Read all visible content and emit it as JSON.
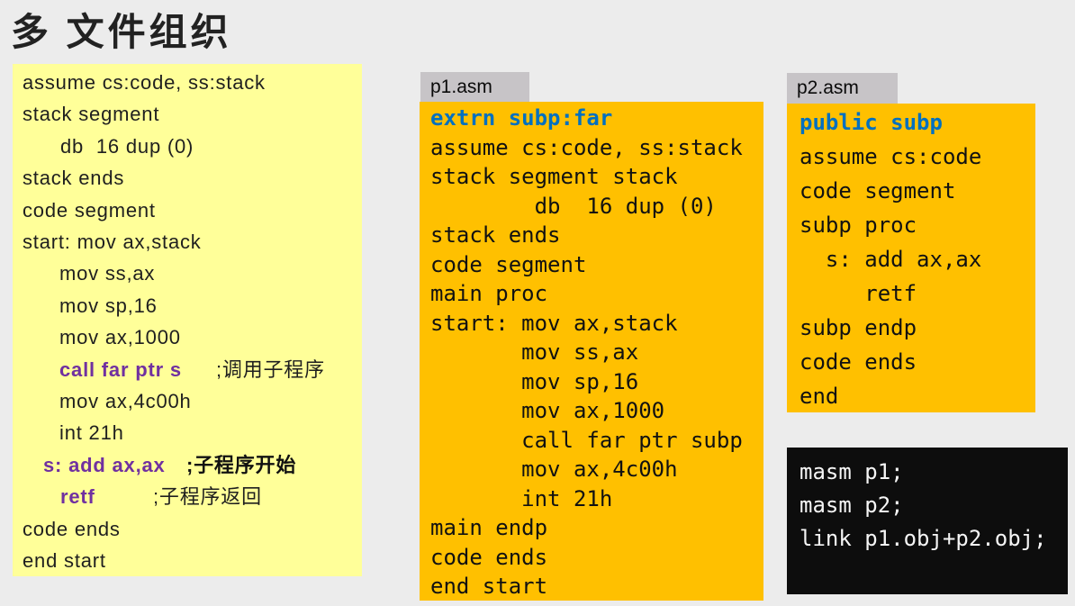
{
  "title": "多 文件组织",
  "colors": {
    "background": "#ECECEC",
    "single_file_box": "#FFFF99",
    "asm_file_box": "#FFC000",
    "filename_tab": "#C7C4C7",
    "terminal_bg": "#0D0D0D",
    "keyword_blue": "#0070C0",
    "subroutine_purple": "#7030A0"
  },
  "tabs": {
    "p1": "p1.asm",
    "p2": "p2.asm"
  },
  "code_boxes": {
    "main": {
      "lines": [
        {
          "seg": [
            {
              "t": "assume cs:code, ss:stack"
            }
          ]
        },
        {
          "seg": [
            {
              "t": "stack segment"
            }
          ]
        },
        {
          "ind": 42,
          "seg": [
            {
              "t": "db  16 dup (0)"
            }
          ]
        },
        {
          "seg": [
            {
              "t": "stack ends"
            }
          ]
        },
        {
          "seg": [
            {
              "t": "code segment"
            }
          ]
        },
        {
          "seg": [
            {
              "t": "start: mov ax,stack"
            }
          ]
        },
        {
          "ind": 41,
          "seg": [
            {
              "t": "mov ss,ax"
            }
          ]
        },
        {
          "ind": 41,
          "seg": [
            {
              "t": "mov sp,16"
            }
          ]
        },
        {
          "ind": 41,
          "seg": [
            {
              "t": "mov ax,1000"
            }
          ]
        },
        {
          "ind": 41,
          "seg": [
            {
              "t": "call far ptr s",
              "c": "p",
              "w": 174
            },
            {
              "t": ";调用子程序"
            }
          ]
        },
        {
          "ind": 41,
          "seg": [
            {
              "t": "mov ax,4c00h"
            }
          ]
        },
        {
          "ind": 41,
          "seg": [
            {
              "t": "int 21h"
            }
          ]
        },
        {
          "ind": 23,
          "seg": [
            {
              "t": "s: add ax,ax",
              "c": "p",
              "w": 159
            },
            {
              "t": ";子程序开始",
              "c": "cb"
            }
          ]
        },
        {
          "ind": 42,
          "seg": [
            {
              "t": "retf",
              "c": "p",
              "w": 103
            },
            {
              "t": ";子程序返回"
            }
          ]
        },
        {
          "seg": [
            {
              "t": "code ends"
            }
          ]
        },
        {
          "seg": [
            {
              "t": "end start"
            }
          ]
        }
      ]
    },
    "p1": {
      "lines": [
        {
          "seg": [
            {
              "t": "extrn subp:far",
              "c": "b"
            }
          ]
        },
        {
          "seg": [
            {
              "t": "assume cs:code, ss:stack"
            }
          ]
        },
        {
          "seg": [
            {
              "t": "stack segment stack"
            }
          ]
        },
        {
          "seg": [
            {
              "t": "        db  16 dup (0)"
            }
          ]
        },
        {
          "seg": [
            {
              "t": "stack ends"
            }
          ]
        },
        {
          "seg": [
            {
              "t": "code segment"
            }
          ]
        },
        {
          "seg": [
            {
              "t": "main proc"
            }
          ]
        },
        {
          "seg": [
            {
              "t": "start: mov ax,stack"
            }
          ]
        },
        {
          "seg": [
            {
              "t": "       mov ss,ax"
            }
          ]
        },
        {
          "seg": [
            {
              "t": "       mov sp,16"
            }
          ]
        },
        {
          "seg": [
            {
              "t": "       mov ax,1000"
            }
          ]
        },
        {
          "seg": [
            {
              "t": "       call far ptr subp"
            }
          ]
        },
        {
          "seg": [
            {
              "t": "       mov ax,4c00h"
            }
          ]
        },
        {
          "seg": [
            {
              "t": "       int 21h"
            }
          ]
        },
        {
          "seg": [
            {
              "t": "main endp"
            }
          ]
        },
        {
          "seg": [
            {
              "t": "code ends"
            }
          ]
        },
        {
          "seg": [
            {
              "t": "end start"
            }
          ]
        }
      ]
    },
    "p2": {
      "lines": [
        {
          "seg": [
            {
              "t": "public subp",
              "c": "b"
            }
          ]
        },
        {
          "seg": [
            {
              "t": "assume cs:code"
            }
          ]
        },
        {
          "seg": [
            {
              "t": "code segment"
            }
          ]
        },
        {
          "seg": [
            {
              "t": "subp proc"
            }
          ]
        },
        {
          "seg": [
            {
              "t": "  s: add ax,ax"
            }
          ]
        },
        {
          "seg": [
            {
              "t": "     retf"
            }
          ]
        },
        {
          "seg": [
            {
              "t": "subp endp"
            }
          ]
        },
        {
          "seg": [
            {
              "t": "code ends"
            }
          ]
        },
        {
          "seg": [
            {
              "t": "end"
            }
          ]
        }
      ]
    },
    "cmd": {
      "lines": [
        {
          "seg": [
            {
              "t": "masm p1;"
            }
          ]
        },
        {
          "seg": [
            {
              "t": "masm p2;"
            }
          ]
        },
        {
          "seg": [
            {
              "t": "link p1.obj+p2.obj;"
            }
          ]
        }
      ]
    }
  }
}
